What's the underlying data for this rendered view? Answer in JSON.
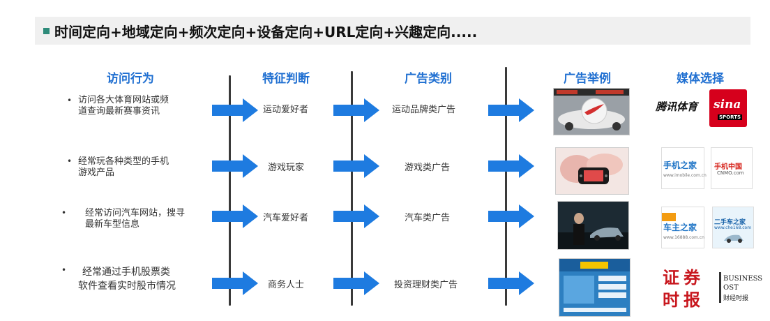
{
  "title": "时间定向+地域定向+频次定向+设备定向+URL定向+兴趣定向.....",
  "headers": {
    "behavior": "访问行为",
    "feature": "特征判断",
    "ad_type": "广告类别",
    "ad_example": "广告举例",
    "media": "媒体选择"
  },
  "rows": [
    {
      "behavior_line1": "访问各大体育网站或频",
      "behavior_line2": "道查询最新赛事资讯",
      "feature": "运动爱好者",
      "ad_type": "运动品牌类广告",
      "media": [
        "腾讯体育",
        "sina"
      ]
    },
    {
      "behavior_line1": "经常玩各种类型的手机",
      "behavior_line2": "游戏产品",
      "feature": "游戏玩家",
      "ad_type": "游戏类广告",
      "media": [
        "手机之家",
        "手机中国"
      ]
    },
    {
      "behavior_line1": "经常访问汽车网站，搜寻",
      "behavior_line2": "最新车型信息",
      "feature": "汽车爱好者",
      "ad_type": "汽车类广告",
      "media": [
        "车主之家",
        "二手车之家"
      ]
    },
    {
      "behavior_line1": "经常通过手机股票类",
      "behavior_line2": "软件查看实时股市情况",
      "feature": "商务人士",
      "ad_type": "投资理财类广告",
      "media": [
        "证券时报",
        "财经时报"
      ]
    }
  ],
  "logo_text": {
    "tencent_sports": "腾讯体育",
    "sina": "sina",
    "sina_sub": "SPORTS",
    "imobile": "手机之家",
    "imobile_url": "www.imobile.com.cn",
    "cnmo": "手机中国",
    "cnmo_en": "CNMO.com",
    "car_owner": "车主之家",
    "car_owner_url": "www.16888.com.cn",
    "used_car": "二手车之家",
    "used_car_url": "www.che168.com",
    "securities": [
      "证",
      "券",
      "时",
      "报"
    ],
    "business_post": "BUSINESS",
    "business_post2": "OST",
    "business_cn": "财经时报"
  },
  "colors": {
    "header_blue": "#1f6fd1",
    "arrow_blue": "#1e7be0",
    "title_bullet": "#2e8b7a"
  }
}
